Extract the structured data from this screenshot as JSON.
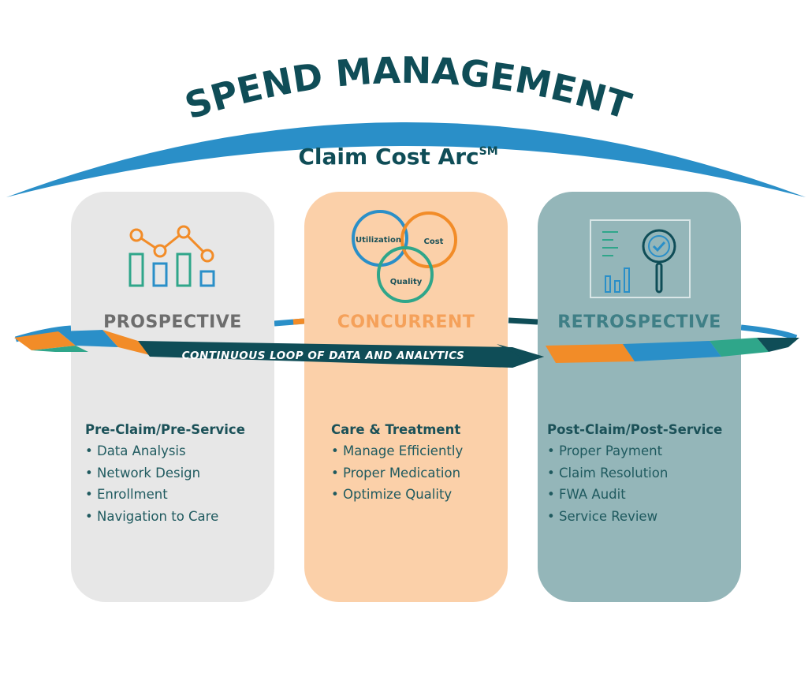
{
  "header": {
    "title": "SPEND MANAGEMENT",
    "subtitle": "Claim Cost Arc",
    "subtitle_mark": "SM"
  },
  "loop_banner": {
    "label": "CONTINUOUS LOOP OF DATA AND ANALYTICS"
  },
  "colors": {
    "arc_blue": "#2a8fc8",
    "dark_teal": "#0f4d57",
    "orange": "#f28c28",
    "green_teal": "#2fa68a"
  },
  "phases": [
    {
      "title": "PROSPECTIVE",
      "icon": "trend-bar-chart-icon",
      "heading": "Pre-Claim/Pre-Service",
      "items": [
        "Data Analysis",
        "Network Design",
        "Enrollment",
        "Navigation to Care"
      ]
    },
    {
      "title": "CONCURRENT",
      "icon": "venn-diagram-icon",
      "venn_labels": [
        "Utilization",
        "Cost",
        "Quality"
      ],
      "heading": "Care & Treatment",
      "items": [
        "Manage Efficiently",
        "Proper Medication",
        "Optimize Quality"
      ]
    },
    {
      "title": "RETROSPECTIVE",
      "icon": "magnifier-report-icon",
      "heading": "Post-Claim/Post-Service",
      "items": [
        "Proper Payment",
        "Claim Resolution",
        "FWA Audit",
        "Service Review"
      ]
    }
  ]
}
